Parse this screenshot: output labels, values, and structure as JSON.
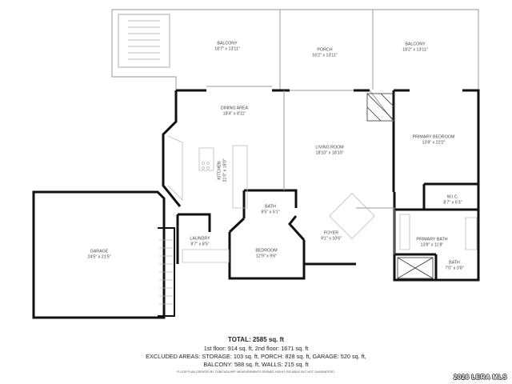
{
  "rooms": {
    "balcony_left": {
      "name": "BALCONY",
      "dims": "18'7\" x 13'11\""
    },
    "porch": {
      "name": "PORCH",
      "dims": "16'2\" x 13'11\""
    },
    "balcony_right": {
      "name": "BALCONY",
      "dims": "18'2\" x 13'11\""
    },
    "dining": {
      "name": "DINING AREA",
      "dims": "18'4\" x 8'11\""
    },
    "kitchen": {
      "name": "KITCHEN",
      "dims": "21'0\" x 18'0\""
    },
    "living": {
      "name": "LIVING ROOM",
      "dims": "18'10\" x 18'10\""
    },
    "primary_bedroom": {
      "name": "PRIMARY BEDROOM",
      "dims": "13'8\" x 22'2\""
    },
    "wic": {
      "name": "W.I.C.",
      "dims": "8'7\" x 6'3\""
    },
    "bath": {
      "name": "BATH",
      "dims": "8'5\" x 5'1\""
    },
    "laundry": {
      "name": "LAUNDRY",
      "dims": "8'7\" x 8'5\""
    },
    "bedroom": {
      "name": "BEDROOM",
      "dims": "12'9\" x 9'6\""
    },
    "foyer": {
      "name": "FOYER",
      "dims": "9'1\" x 10'6\""
    },
    "primary_bath": {
      "name": "PRIMARY BATH",
      "dims": "13'8\" x 11'8\""
    },
    "bath2": {
      "name": "BATH",
      "dims": "7'0\" x 3'8\""
    },
    "garage": {
      "name": "GARAGE",
      "dims": "24'5\" x 21'5\""
    }
  },
  "summary": {
    "total": "TOTAL: 2585 sq. ft",
    "floors": "1st floor: 914 sq. ft, 2nd floor: 1671 sq. ft",
    "excluded_1": "EXCLUDED AREAS: STORAGE: 103 sq. ft, PORCH: 828 sq. ft, GARAGE: 520 sq. ft,",
    "excluded_2": "BALCONY: 588 sq. ft, WALLS: 215 sq. ft",
    "disclaimer": "FLOOR PLAN CREATED BY CUBICASA APP. MEASUREMENTS DEEMED HIGHLY RELIABLE BUT NOT GUARANTEED."
  },
  "watermark": "2026 LERA MLS",
  "colors": {
    "wall": "#111111",
    "thin_line": "#9a9a9a",
    "fixture": "#bbbbbb"
  }
}
